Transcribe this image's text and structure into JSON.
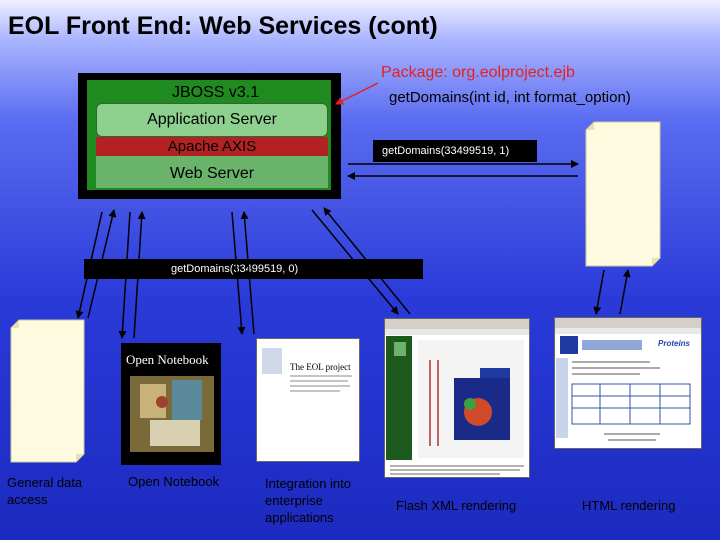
{
  "title": "EOL Front End: Web Services (cont)",
  "server": {
    "jboss": "JBOSS v3.1",
    "app_server": "Application Server",
    "axis": "Apache AXIS",
    "web_server": "Web Server"
  },
  "package_label": "Package: org.eolproject.ejb",
  "method_signature": "getDomains(int id, int format_option)",
  "call_format1": "getDomains(33499519, 1)",
  "call_format0": "getDomains(33499519, 0)",
  "clients": {
    "general": "General data access",
    "notebook": "Open Notebook",
    "integration": "Integration into enterprise applications",
    "flash": "Flash XML rendering",
    "html": "HTML rendering"
  },
  "thumbnails": {
    "notebook_header": "Open Notebook",
    "eol_doc_title": "The EOL project",
    "html_logo": "Proteins"
  },
  "colors": {
    "server_frame": "#000000",
    "server_green": "#1f8a1f",
    "app_server": "#8ed08e",
    "axis": "#b22222",
    "web_server": "#6ab36a",
    "package_label": "#e52020",
    "scroll_doc": "#fffbe0"
  }
}
